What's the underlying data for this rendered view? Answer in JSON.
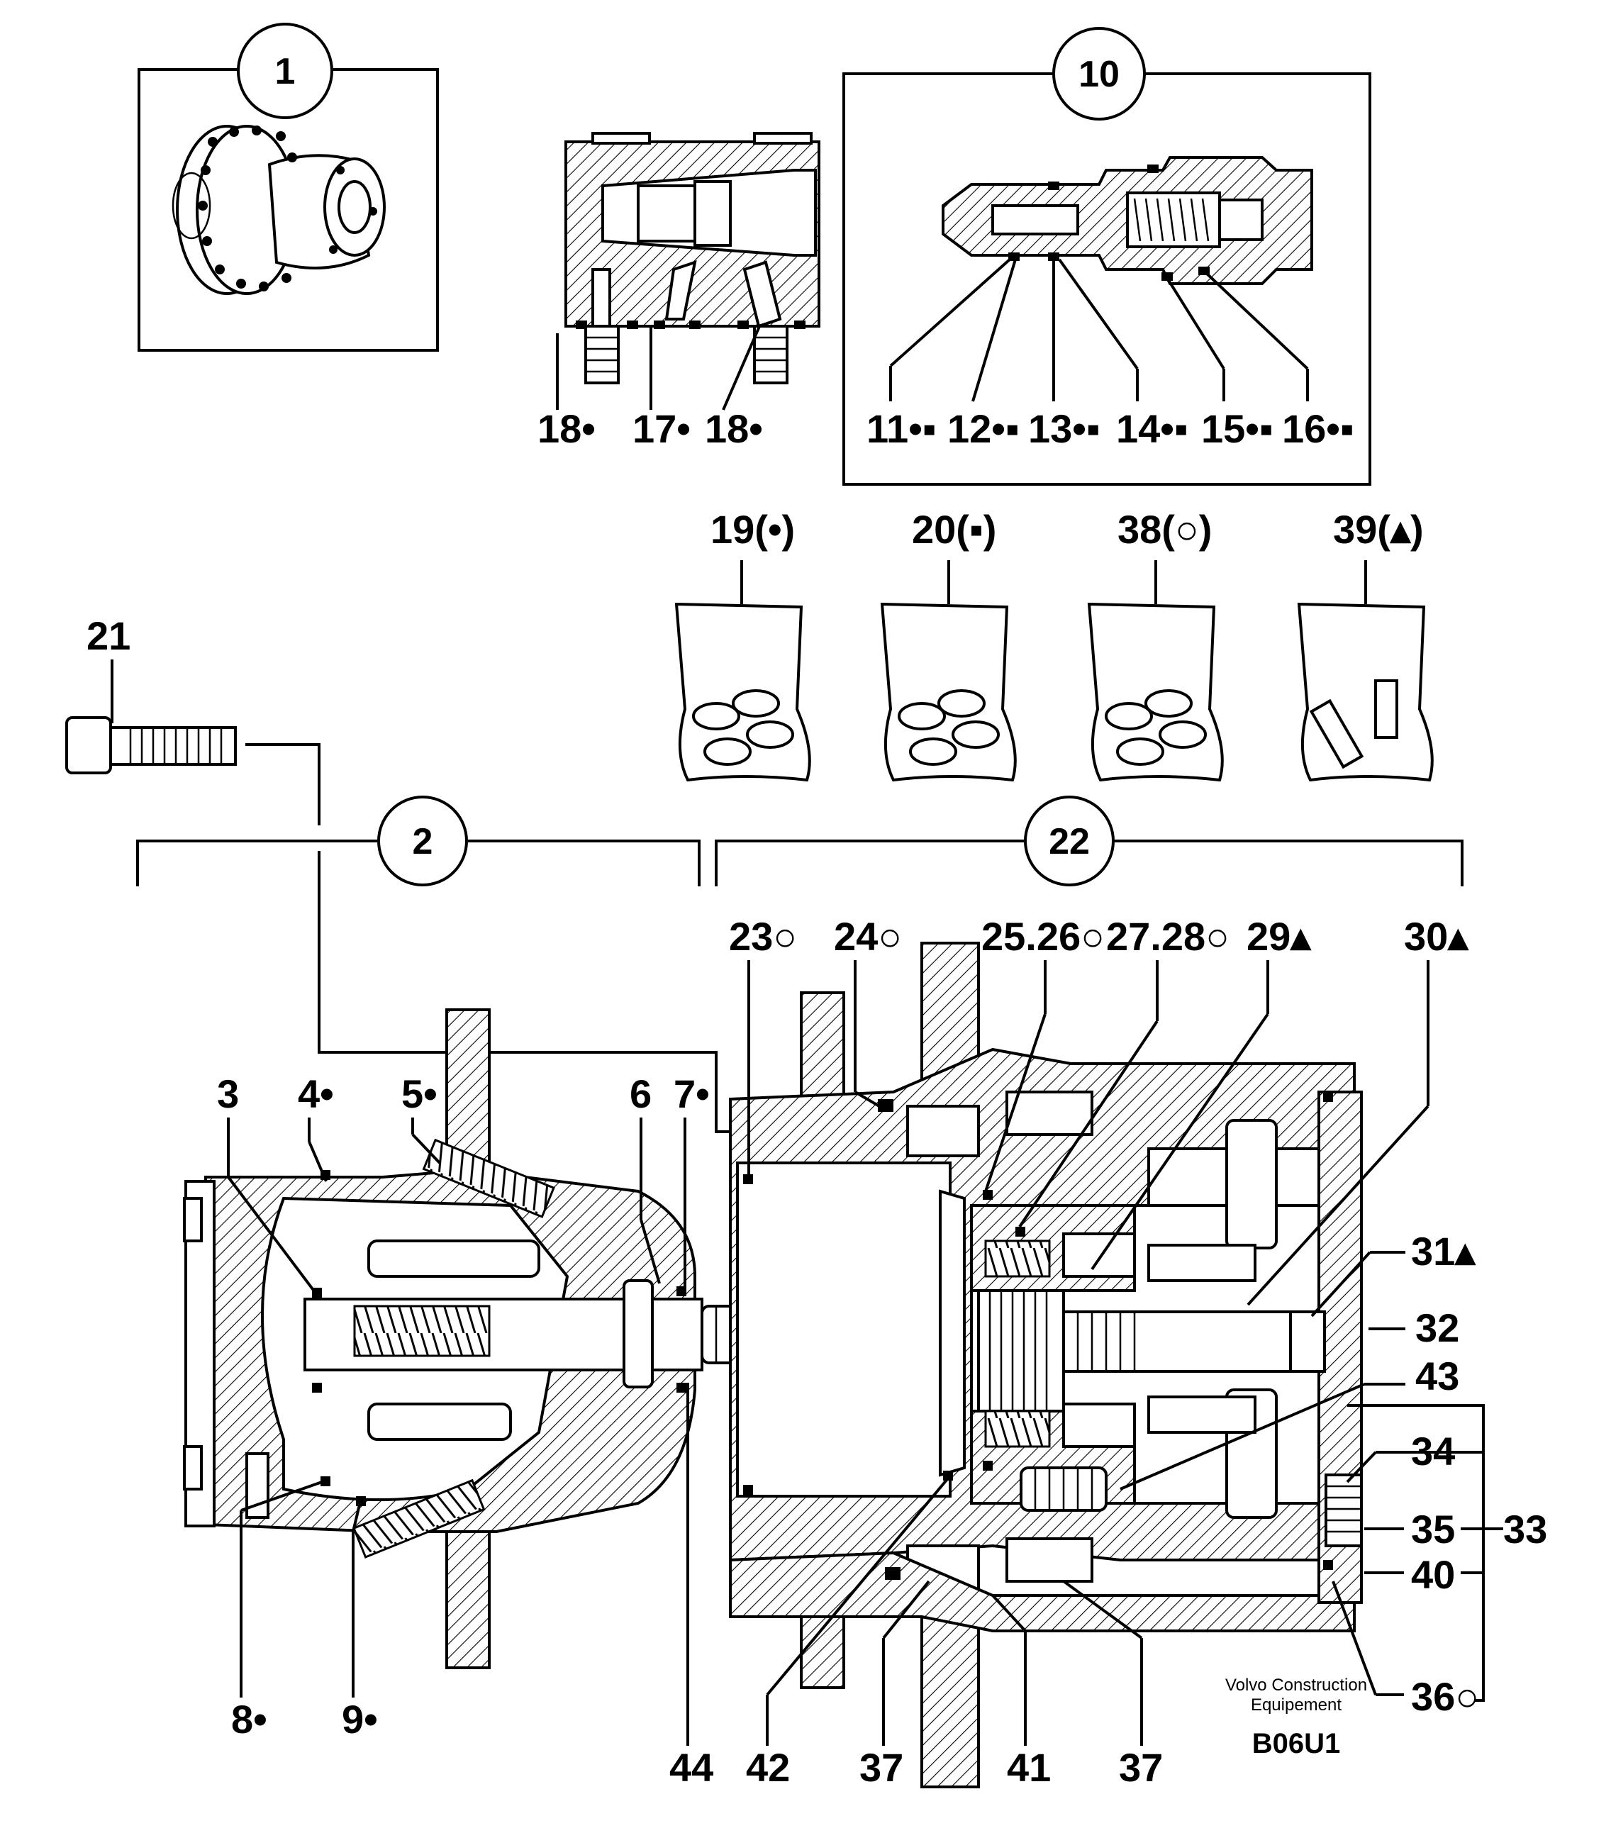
{
  "callouts_circled": [
    "1",
    "10",
    "2",
    "22"
  ],
  "kit_labels": [
    "19(•)",
    "20(▪)",
    "38(○)",
    "39(▴)"
  ],
  "valve_block_labels": [
    "18•",
    "17•",
    "18•"
  ],
  "relief_valve_labels": [
    "11•▪",
    "12•▪",
    "13•▪",
    "14•▪",
    "15•▪",
    "16•▪"
  ],
  "bolt_label": "21",
  "pump_labels": [
    "3",
    "4•",
    "5•",
    "6",
    "7•",
    "8•",
    "9•",
    "44"
  ],
  "gearbox_top_labels": [
    "23○",
    "24○",
    "25.26○",
    "27.28○",
    "29▴",
    "30▴"
  ],
  "gearbox_side_labels": [
    "31▴",
    "32",
    "43",
    "34",
    "35",
    "33",
    "40",
    "36○"
  ],
  "gearbox_bottom_labels": [
    "42",
    "37",
    "41",
    "37"
  ],
  "footer": {
    "company_line1": "Volvo Construction",
    "company_line2": "Equipement",
    "code": "B06U1"
  }
}
